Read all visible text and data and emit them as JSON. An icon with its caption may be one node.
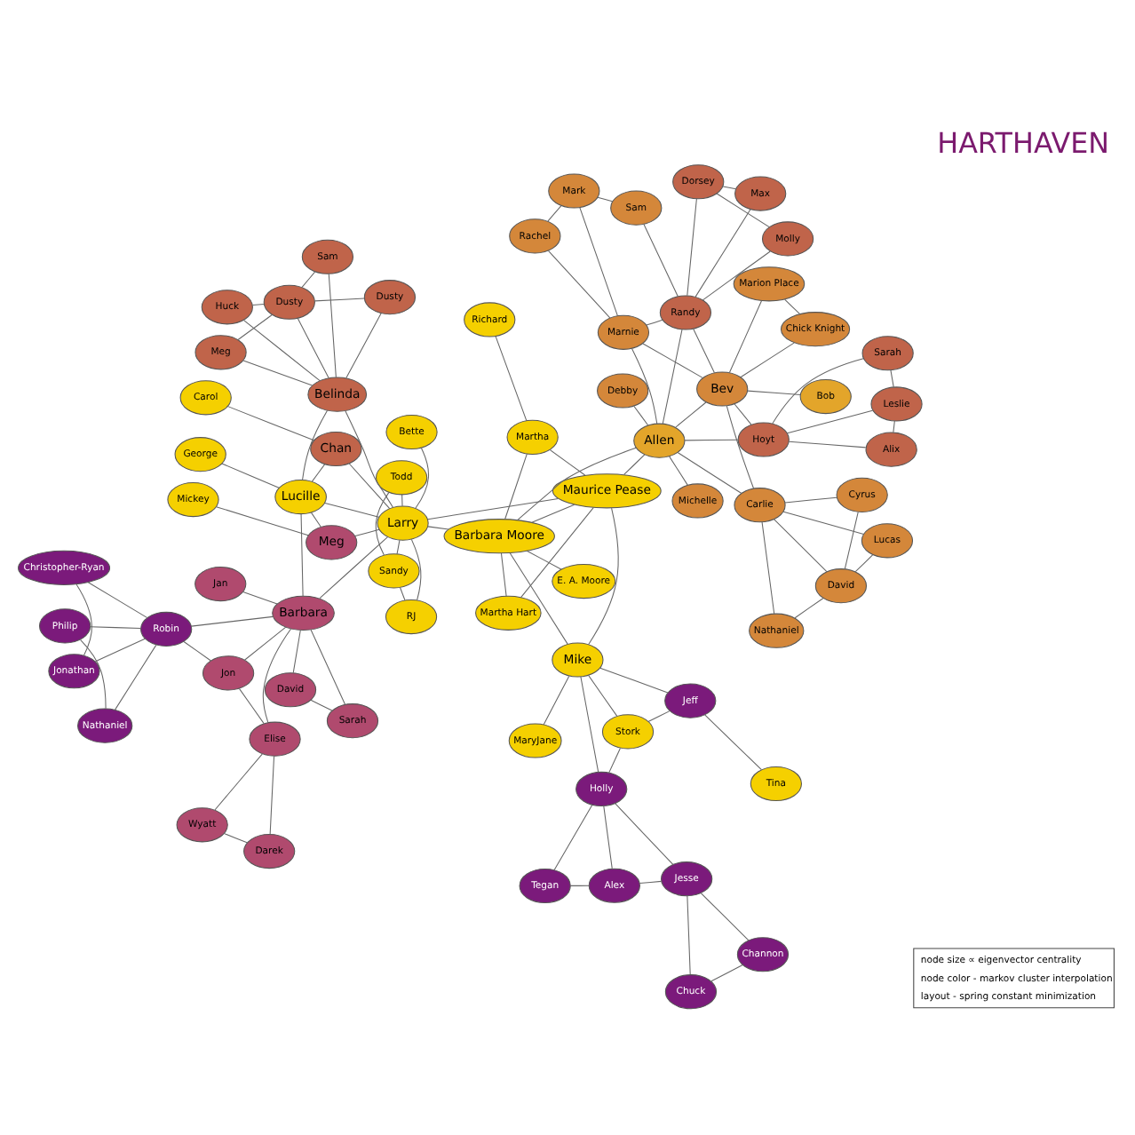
{
  "diagram": {
    "title": "HARTHAVEN",
    "nodes": [
      {
        "text": [
          "Wyatt"
        ]
      },
      {
        "text": [
          "Darek"
        ]
      },
      {
        "text": [
          "Jonathan"
        ]
      },
      {
        "text": [
          "Christopher-Ryan"
        ]
      },
      {
        "text": [
          "Elise"
        ]
      },
      {
        "text": [
          "Philip"
        ]
      },
      {
        "text": [
          "Robin"
        ]
      },
      {
        "text": [
          "Jon"
        ]
      },
      {
        "text": [
          "David"
        ]
      },
      {
        "text": [
          "Nathaniel"
        ]
      },
      {
        "text": [
          "Sarah"
        ]
      },
      {
        "text": [
          "Jan"
        ]
      },
      {
        "text": [
          "Barbara"
        ]
      },
      {
        "text": [
          "Max"
        ]
      },
      {
        "text": [
          "Dorsey"
        ]
      },
      {
        "text": [
          "Molly"
        ]
      },
      {
        "text": [
          "Sam"
        ]
      },
      {
        "text": [
          "Mark"
        ]
      },
      {
        "text": [
          "Rachel"
        ]
      },
      {
        "text": [
          "Randy"
        ]
      },
      {
        "text": [
          "Bob"
        ]
      },
      {
        "text": [
          "Martha Hart"
        ]
      },
      {
        "text": [
          "George"
        ]
      },
      {
        "text": [
          "Bette"
        ]
      },
      {
        "text": [
          "Todd"
        ]
      },
      {
        "text": [
          "Michelle"
        ]
      },
      {
        "text": [
          "Marnie"
        ]
      },
      {
        "text": [
          "Bev"
        ]
      },
      {
        "text": [
          "Chick Knight"
        ]
      },
      {
        "text": [
          "Marion Place"
        ]
      },
      {
        "text": [
          "E. A. Moore"
        ]
      },
      {
        "text": [
          "Mickey"
        ]
      },
      {
        "text": [
          "Meg"
        ]
      },
      {
        "text": [
          "Lucille"
        ]
      },
      {
        "text": [
          "Larry"
        ]
      },
      {
        "text": [
          "Sandy"
        ]
      },
      {
        "text": [
          "Lucas"
        ]
      },
      {
        "text": [
          "Dusty"
        ]
      },
      {
        "text": [
          "Belinda"
        ]
      },
      {
        "text": [
          "Chan"
        ]
      },
      {
        "text": [
          "Barbara Moore"
        ]
      },
      {
        "text": [
          "Allen"
        ]
      },
      {
        "text": [
          "Carlie"
        ]
      },
      {
        "text": [
          "RJ"
        ]
      },
      {
        "text": [
          "David"
        ]
      },
      {
        "text": [
          "Meg"
        ]
      },
      {
        "text": [
          "Dusty"
        ]
      },
      {
        "text": [
          "Maurice Pease"
        ]
      },
      {
        "text": [
          "Debby"
        ]
      },
      {
        "text": [
          "Hoyt"
        ]
      },
      {
        "text": [
          "Nathaniel"
        ]
      },
      {
        "text": [
          "Cyrus"
        ]
      },
      {
        "text": [
          "Sam"
        ]
      },
      {
        "text": [
          "Martha"
        ]
      },
      {
        "text": [
          "Leslie"
        ]
      },
      {
        "text": [
          "Alix"
        ]
      },
      {
        "text": [
          "Carol"
        ]
      },
      {
        "text": [
          "Huck"
        ]
      },
      {
        "text": [
          "Mike"
        ]
      },
      {
        "text": [
          "MaryJane"
        ]
      },
      {
        "text": [
          "Sarah"
        ]
      },
      {
        "text": [
          "Richard"
        ]
      },
      {
        "text": [
          "Holly"
        ]
      },
      {
        "text": [
          "Stork"
        ]
      },
      {
        "text": [
          "Jeff"
        ]
      },
      {
        "text": [
          "Tegan"
        ]
      },
      {
        "text": [
          "Alex"
        ]
      },
      {
        "text": [
          "Jesse"
        ]
      },
      {
        "text": [
          "Tina"
        ]
      },
      {
        "text": [
          "Chuck"
        ]
      },
      {
        "text": [
          "Channon"
        ]
      }
    ],
    "edges": [
      {
        "from": 0,
        "to": 1,
        "arrow": "none"
      },
      {
        "from": 0,
        "to": 4,
        "arrow": "none"
      },
      {
        "from": 1,
        "to": 4,
        "arrow": "none"
      },
      {
        "from": 4,
        "to": 7,
        "arrow": "none"
      },
      {
        "from": 4,
        "to": 12,
        "arrow": "none"
      },
      {
        "from": 2,
        "to": 3,
        "arrow": "none"
      },
      {
        "from": 2,
        "to": 6,
        "arrow": "none"
      },
      {
        "from": 3,
        "to": 6,
        "arrow": "none"
      },
      {
        "from": 5,
        "to": 6,
        "arrow": "none"
      },
      {
        "from": 5,
        "to": 9,
        "arrow": "none"
      },
      {
        "from": 6,
        "to": 9,
        "arrow": "none"
      },
      {
        "from": 6,
        "to": 7,
        "arrow": "none"
      },
      {
        "from": 6,
        "to": 12,
        "arrow": "none"
      },
      {
        "from": 7,
        "to": 12,
        "arrow": "none"
      },
      {
        "from": 8,
        "to": 12,
        "arrow": "none"
      },
      {
        "from": 8,
        "to": 10,
        "arrow": "none"
      },
      {
        "from": 10,
        "to": 12,
        "arrow": "none"
      },
      {
        "from": 11,
        "to": 12,
        "arrow": "none"
      },
      {
        "from": 12,
        "to": 33,
        "arrow": "none"
      },
      {
        "from": 12,
        "to": 34,
        "arrow": "none"
      },
      {
        "from": 13,
        "to": 14,
        "arrow": "none"
      },
      {
        "from": 13,
        "to": 19,
        "arrow": "none"
      },
      {
        "from": 16,
        "to": 19,
        "arrow": "none"
      },
      {
        "from": 14,
        "to": 19,
        "arrow": "none"
      },
      {
        "from": 14,
        "to": 15,
        "arrow": "none"
      },
      {
        "from": 15,
        "to": 19,
        "arrow": "none"
      },
      {
        "from": 16,
        "to": 17,
        "arrow": "none"
      },
      {
        "from": 17,
        "to": 18,
        "arrow": "none"
      },
      {
        "from": 17,
        "to": 26,
        "arrow": "none"
      },
      {
        "from": 18,
        "to": 26,
        "arrow": "none"
      },
      {
        "from": 19,
        "to": 41,
        "arrow": "none"
      },
      {
        "from": 19,
        "to": 26,
        "arrow": "none"
      },
      {
        "from": 19,
        "to": 27,
        "arrow": "none"
      },
      {
        "from": 20,
        "to": 27,
        "arrow": "none"
      },
      {
        "from": 27,
        "to": 28,
        "arrow": "none"
      },
      {
        "from": 27,
        "to": 29,
        "arrow": "none"
      },
      {
        "from": 28,
        "to": 29,
        "arrow": "none"
      },
      {
        "from": 26,
        "to": 27,
        "arrow": "none"
      },
      {
        "from": 26,
        "to": 41,
        "arrow": "none"
      },
      {
        "from": 25,
        "to": 41,
        "arrow": "none"
      },
      {
        "from": 27,
        "to": 41,
        "arrow": "none"
      },
      {
        "from": 27,
        "to": 49,
        "arrow": "none"
      },
      {
        "from": 27,
        "to": 42,
        "arrow": "none"
      },
      {
        "from": 21,
        "to": 40,
        "arrow": "none"
      },
      {
        "from": 21,
        "to": 47,
        "arrow": "none"
      },
      {
        "from": 30,
        "to": 40,
        "arrow": "none"
      },
      {
        "from": 22,
        "to": 33,
        "arrow": "none"
      },
      {
        "from": 31,
        "to": 32,
        "arrow": "none"
      },
      {
        "from": 32,
        "to": 33,
        "arrow": "none"
      },
      {
        "from": 32,
        "to": 34,
        "arrow": "none"
      },
      {
        "from": 33,
        "to": 34,
        "arrow": "none"
      },
      {
        "from": 33,
        "to": 38,
        "arrow": "none"
      },
      {
        "from": 33,
        "to": 39,
        "arrow": "none"
      },
      {
        "from": 34,
        "to": 38,
        "arrow": "none"
      },
      {
        "from": 34,
        "to": 39,
        "arrow": "none"
      },
      {
        "from": 39,
        "to": 56,
        "arrow": "none"
      },
      {
        "from": 34,
        "to": 35,
        "arrow": "none"
      },
      {
        "from": 34,
        "to": 23,
        "arrow": "none"
      },
      {
        "from": 24,
        "to": 34,
        "arrow": "none"
      },
      {
        "from": 24,
        "to": 35,
        "arrow": "none"
      },
      {
        "from": 35,
        "to": 43,
        "arrow": "none"
      },
      {
        "from": 34,
        "to": 43,
        "arrow": "none"
      },
      {
        "from": 34,
        "to": 40,
        "arrow": "none"
      },
      {
        "from": 34,
        "to": 47,
        "arrow": "none"
      },
      {
        "from": 37,
        "to": 38,
        "arrow": "none"
      },
      {
        "from": 37,
        "to": 46,
        "arrow": "none"
      },
      {
        "from": 38,
        "to": 45,
        "arrow": "none"
      },
      {
        "from": 38,
        "to": 46,
        "arrow": "none"
      },
      {
        "from": 38,
        "to": 57,
        "arrow": "none"
      },
      {
        "from": 38,
        "to": 52,
        "arrow": "none"
      },
      {
        "from": 45,
        "to": 46,
        "arrow": "none"
      },
      {
        "from": 46,
        "to": 52,
        "arrow": "none"
      },
      {
        "from": 46,
        "to": 57,
        "arrow": "none"
      },
      {
        "from": 40,
        "to": 41,
        "arrow": "none"
      },
      {
        "from": 40,
        "to": 47,
        "arrow": "none"
      },
      {
        "from": 40,
        "to": 58,
        "arrow": "none"
      },
      {
        "from": 40,
        "to": 53,
        "arrow": "none"
      },
      {
        "from": 41,
        "to": 47,
        "arrow": "none"
      },
      {
        "from": 41,
        "to": 48,
        "arrow": "none"
      },
      {
        "from": 41,
        "to": 49,
        "arrow": "none"
      },
      {
        "from": 41,
        "to": 42,
        "arrow": "none"
      },
      {
        "from": 42,
        "to": 36,
        "arrow": "none"
      },
      {
        "from": 42,
        "to": 44,
        "arrow": "none"
      },
      {
        "from": 42,
        "to": 50,
        "arrow": "none"
      },
      {
        "from": 42,
        "to": 51,
        "arrow": "none"
      },
      {
        "from": 36,
        "to": 44,
        "arrow": "none"
      },
      {
        "from": 44,
        "to": 50,
        "arrow": "none"
      },
      {
        "from": 44,
        "to": 51,
        "arrow": "none"
      },
      {
        "from": 49,
        "to": 54,
        "arrow": "none"
      },
      {
        "from": 49,
        "to": 60,
        "arrow": "none"
      },
      {
        "from": 49,
        "to": 55,
        "arrow": "none"
      },
      {
        "from": 54,
        "to": 55,
        "arrow": "none"
      },
      {
        "from": 54,
        "to": 60,
        "arrow": "none"
      },
      {
        "from": 47,
        "to": 53,
        "arrow": "none"
      },
      {
        "from": 47,
        "to": 58,
        "arrow": "none"
      },
      {
        "from": 53,
        "to": 61,
        "arrow": "none"
      },
      {
        "from": 58,
        "to": 59,
        "arrow": "none"
      },
      {
        "from": 58,
        "to": 62,
        "arrow": "none"
      },
      {
        "from": 58,
        "to": 63,
        "arrow": "none"
      },
      {
        "from": 58,
        "to": 64,
        "arrow": "none"
      },
      {
        "from": 62,
        "to": 63,
        "arrow": "none"
      },
      {
        "from": 63,
        "to": 64,
        "arrow": "none"
      },
      {
        "from": 64,
        "to": 68,
        "arrow": "none"
      },
      {
        "from": 62,
        "to": 65,
        "arrow": "none"
      },
      {
        "from": 62,
        "to": 66,
        "arrow": "none"
      },
      {
        "from": 62,
        "to": 67,
        "arrow": "none"
      },
      {
        "from": 65,
        "to": 66,
        "arrow": "none"
      },
      {
        "from": 66,
        "to": 67,
        "arrow": "none"
      },
      {
        "from": 67,
        "to": 70,
        "arrow": "none"
      },
      {
        "from": 67,
        "to": 69,
        "arrow": "none"
      },
      {
        "from": 69,
        "to": 70,
        "arrow": "none"
      }
    ],
    "labels": [
      "node size ∝ eigenvector centrality",
      "node color - markov cluster interpolation",
      "layout - spring constant minimization"
    ]
  }
}
